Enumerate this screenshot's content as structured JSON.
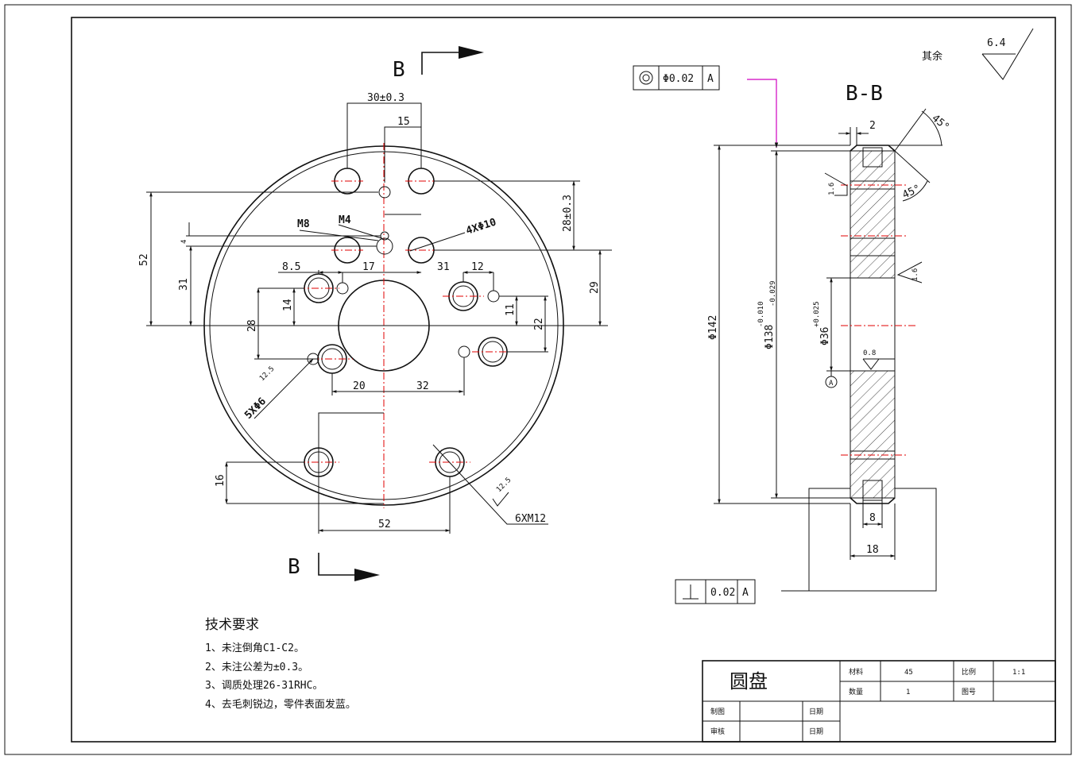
{
  "front_view": {
    "section_label_top": "B",
    "section_label_bottom": "B",
    "dims": {
      "d30": "30±0.3",
      "d15": "15",
      "d28": "28±0.3",
      "d52v": "52",
      "d31v": "31",
      "d4": "4",
      "m8": "M8",
      "m4": "M4",
      "holes4": "4XΦ10",
      "d85": "8.5",
      "d17": "17",
      "d31h": "31",
      "d12": "12",
      "d29": "29",
      "d14": "14",
      "d28v": "28",
      "d11": "11",
      "d22": "22",
      "d20": "20",
      "d32": "32",
      "holes5": "5XΦ6",
      "rough125a": "12.5",
      "d16": "16",
      "d52h": "52",
      "m12": "6XM12",
      "rough125b": "12.5"
    }
  },
  "section_view": {
    "title": "B-B",
    "tol_concentricity": {
      "value": "Φ0.02",
      "datum": "A"
    },
    "tol_perpendicular": {
      "value": "0.02",
      "datum": "A"
    },
    "dims": {
      "d2": "2",
      "a45a": "45°",
      "a45b": "45°",
      "dia142": "Φ142",
      "dia138": "Φ138",
      "dia138_tol_up": "-0.010",
      "dia138_tol_dn": "-0.029",
      "dia36": "Φ36",
      "dia36_tol": "+0.025",
      "datum": "A",
      "r16a": "1.6",
      "r16b": "1.6",
      "r08": "0.8",
      "d8": "8",
      "d18": "18"
    }
  },
  "roughness_default": {
    "label": "其余",
    "value": "6.4"
  },
  "tech_notes": {
    "title": "技术要求",
    "items": [
      "1、未注倒角C1-C2。",
      "2、未注公差为±0.3。",
      "3、调质处理26-31RHC。",
      "4、去毛刺锐边，零件表面发蓝。"
    ]
  },
  "title_block": {
    "part_name": "圆盘",
    "material_label": "材料",
    "material": "45",
    "scale_label": "比例",
    "scale": "1:1",
    "qty_label": "数量",
    "qty": "1",
    "drawing_no_label": "图号",
    "drawn_label": "制图",
    "check_label": "审核",
    "date_label1": "日期",
    "date_label2": "日期"
  }
}
